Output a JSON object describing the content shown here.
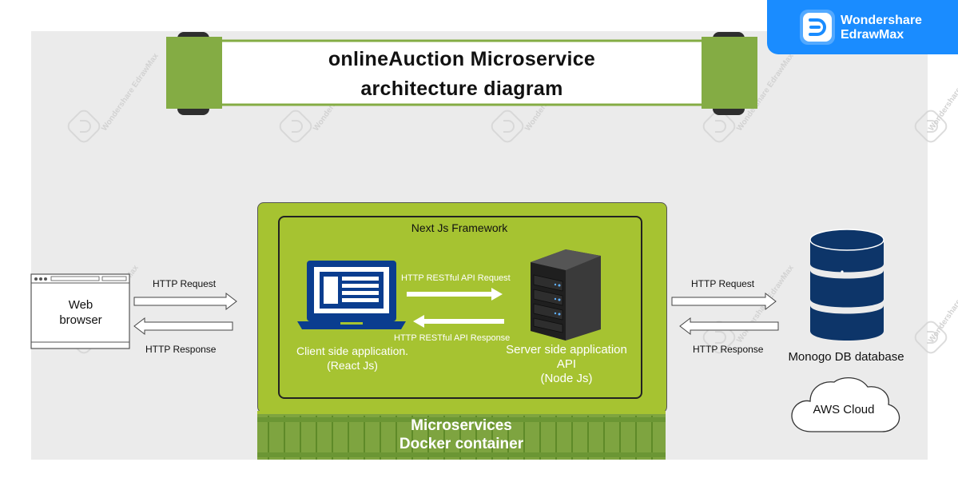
{
  "brand": {
    "line1": "Wondershare",
    "line2": "EdrawMax"
  },
  "watermark": {
    "text": "Wondershare EdrawMax"
  },
  "title": {
    "line1": "onlineAuction Microservice",
    "line2": "architecture diagram"
  },
  "web_browser": {
    "label_line1": "Web",
    "label_line2": "browser"
  },
  "browser_to_app": {
    "request": "HTTP Request",
    "response": "HTTP Response"
  },
  "framework": {
    "label": "Next Js Framework"
  },
  "client_app": {
    "line1": "Client side application.",
    "line2": "(React Js)"
  },
  "server_app": {
    "line1": "Server side application",
    "line2": "API",
    "line3": "(Node Js)"
  },
  "internal": {
    "request": "HTTP RESTful API Request",
    "response": "HTTP RESTful API  Response"
  },
  "app_to_db": {
    "request": "HTTP Request",
    "response": "HTTP Response"
  },
  "database": {
    "label": "Monogo DB database"
  },
  "cloud": {
    "label": "AWS Cloud"
  },
  "container": {
    "line1": "Microservices",
    "line2": "Docker container"
  },
  "colors": {
    "green": "#84ac44",
    "lime": "#a6c331",
    "brand_blue": "#1a8cff",
    "server_dark": "#2b2b2b",
    "laptop_blue": "#0a3d8f",
    "db_navy": "#0d3569"
  }
}
